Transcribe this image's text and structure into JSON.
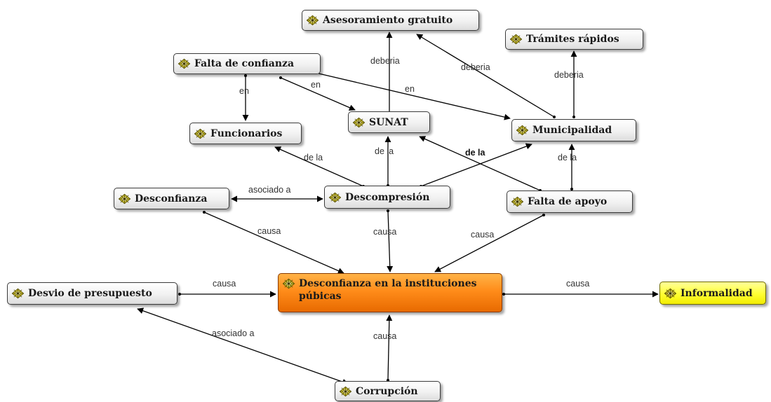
{
  "colors": {
    "node_fill": "#f1f1f1",
    "central_fill": "#ff8c1a",
    "highlight_fill": "#ffff33",
    "line": "#000000"
  },
  "icon": "concept-map-icon",
  "nodes": {
    "asesoramiento": "Asesoramiento gratuito",
    "tramites": "Trámites rápidos",
    "falta_confianza": "Falta de confianza",
    "funcionarios": "Funcionarios",
    "sunat": "SUNAT",
    "municipalidad": "Municipalidad",
    "desconfianza": "Desconfianza",
    "descompresion": "Descompresión",
    "falta_apoyo": "Falta de apoyo",
    "desvio": "Desvio de presupuesto",
    "central": "Desconfianza en la instituciones púbicas",
    "informalidad": "Informalidad",
    "corrupcion": "Corrupción"
  },
  "links": {
    "deberia_1": "deberia",
    "deberia_2": "deberia",
    "deberia_3": "deberia",
    "en_1": "en",
    "en_2": "en",
    "en_3": "en",
    "de_la_1": "de la",
    "de_la_2": "de la",
    "de_la_3": "de la",
    "de_la_4": "de la",
    "asociado_1": "asociado a",
    "asociado_2": "asociado a",
    "causa_1": "causa",
    "causa_2": "causa",
    "causa_3": "causa",
    "causa_4": "causa",
    "causa_5": "causa",
    "causa_6": "causa"
  }
}
